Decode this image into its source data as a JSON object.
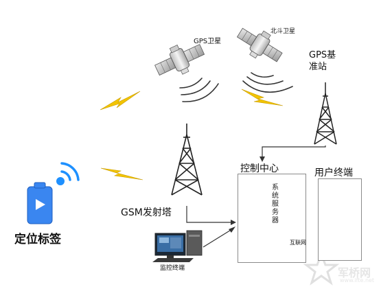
{
  "labels": {
    "gps_satellite": "GPS卫星",
    "beidou_satellite": "北斗卫星",
    "gps_base_station": "GPS基\n准站",
    "gsm_tower": "GSM发射塔",
    "location_tag": "定位标签",
    "control_center": "控制中心",
    "user_terminal": "用户终端",
    "system_server": "系统服务器",
    "internet": "互联网",
    "monitor_terminal": "监控终端"
  },
  "watermark": {
    "text": "军桥网",
    "url": "www.ifte.net"
  },
  "colors": {
    "bolt": "#f2c400",
    "signal_blue": "#1e90ff",
    "tag_blue": "#3a86f0",
    "box_border": "#8a8a8a",
    "tower": "#222222"
  }
}
